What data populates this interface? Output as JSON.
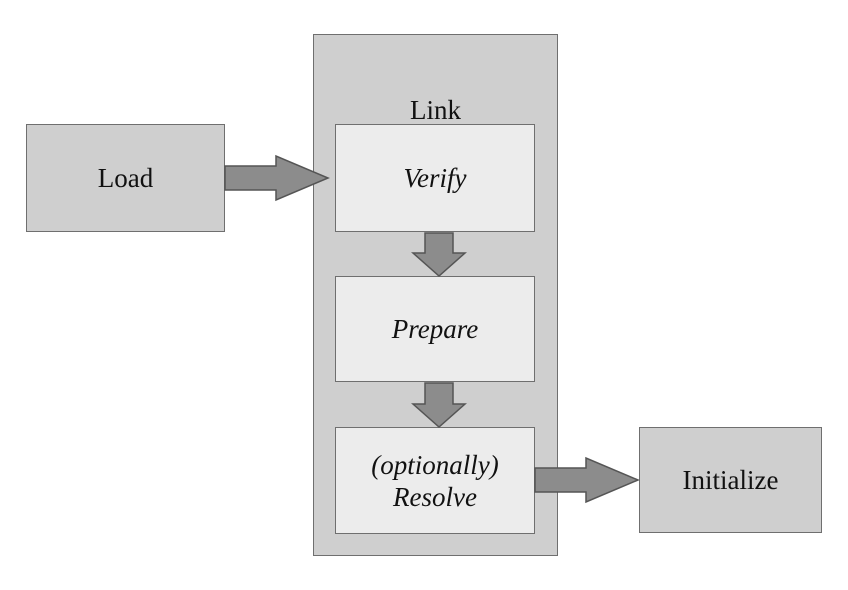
{
  "diagram": {
    "link_title": "Link",
    "load_label": "Load",
    "verify_label": "Verify",
    "prepare_label": "Prepare",
    "resolve_line1": "(optionally)",
    "resolve_line2": "Resolve",
    "initialize_label": "Initialize"
  },
  "colors": {
    "outer_box_fill": "#cfcfcf",
    "inner_box_fill": "#ececec",
    "arrow_fill": "#8c8c8c",
    "border": "#6f6f6f"
  }
}
